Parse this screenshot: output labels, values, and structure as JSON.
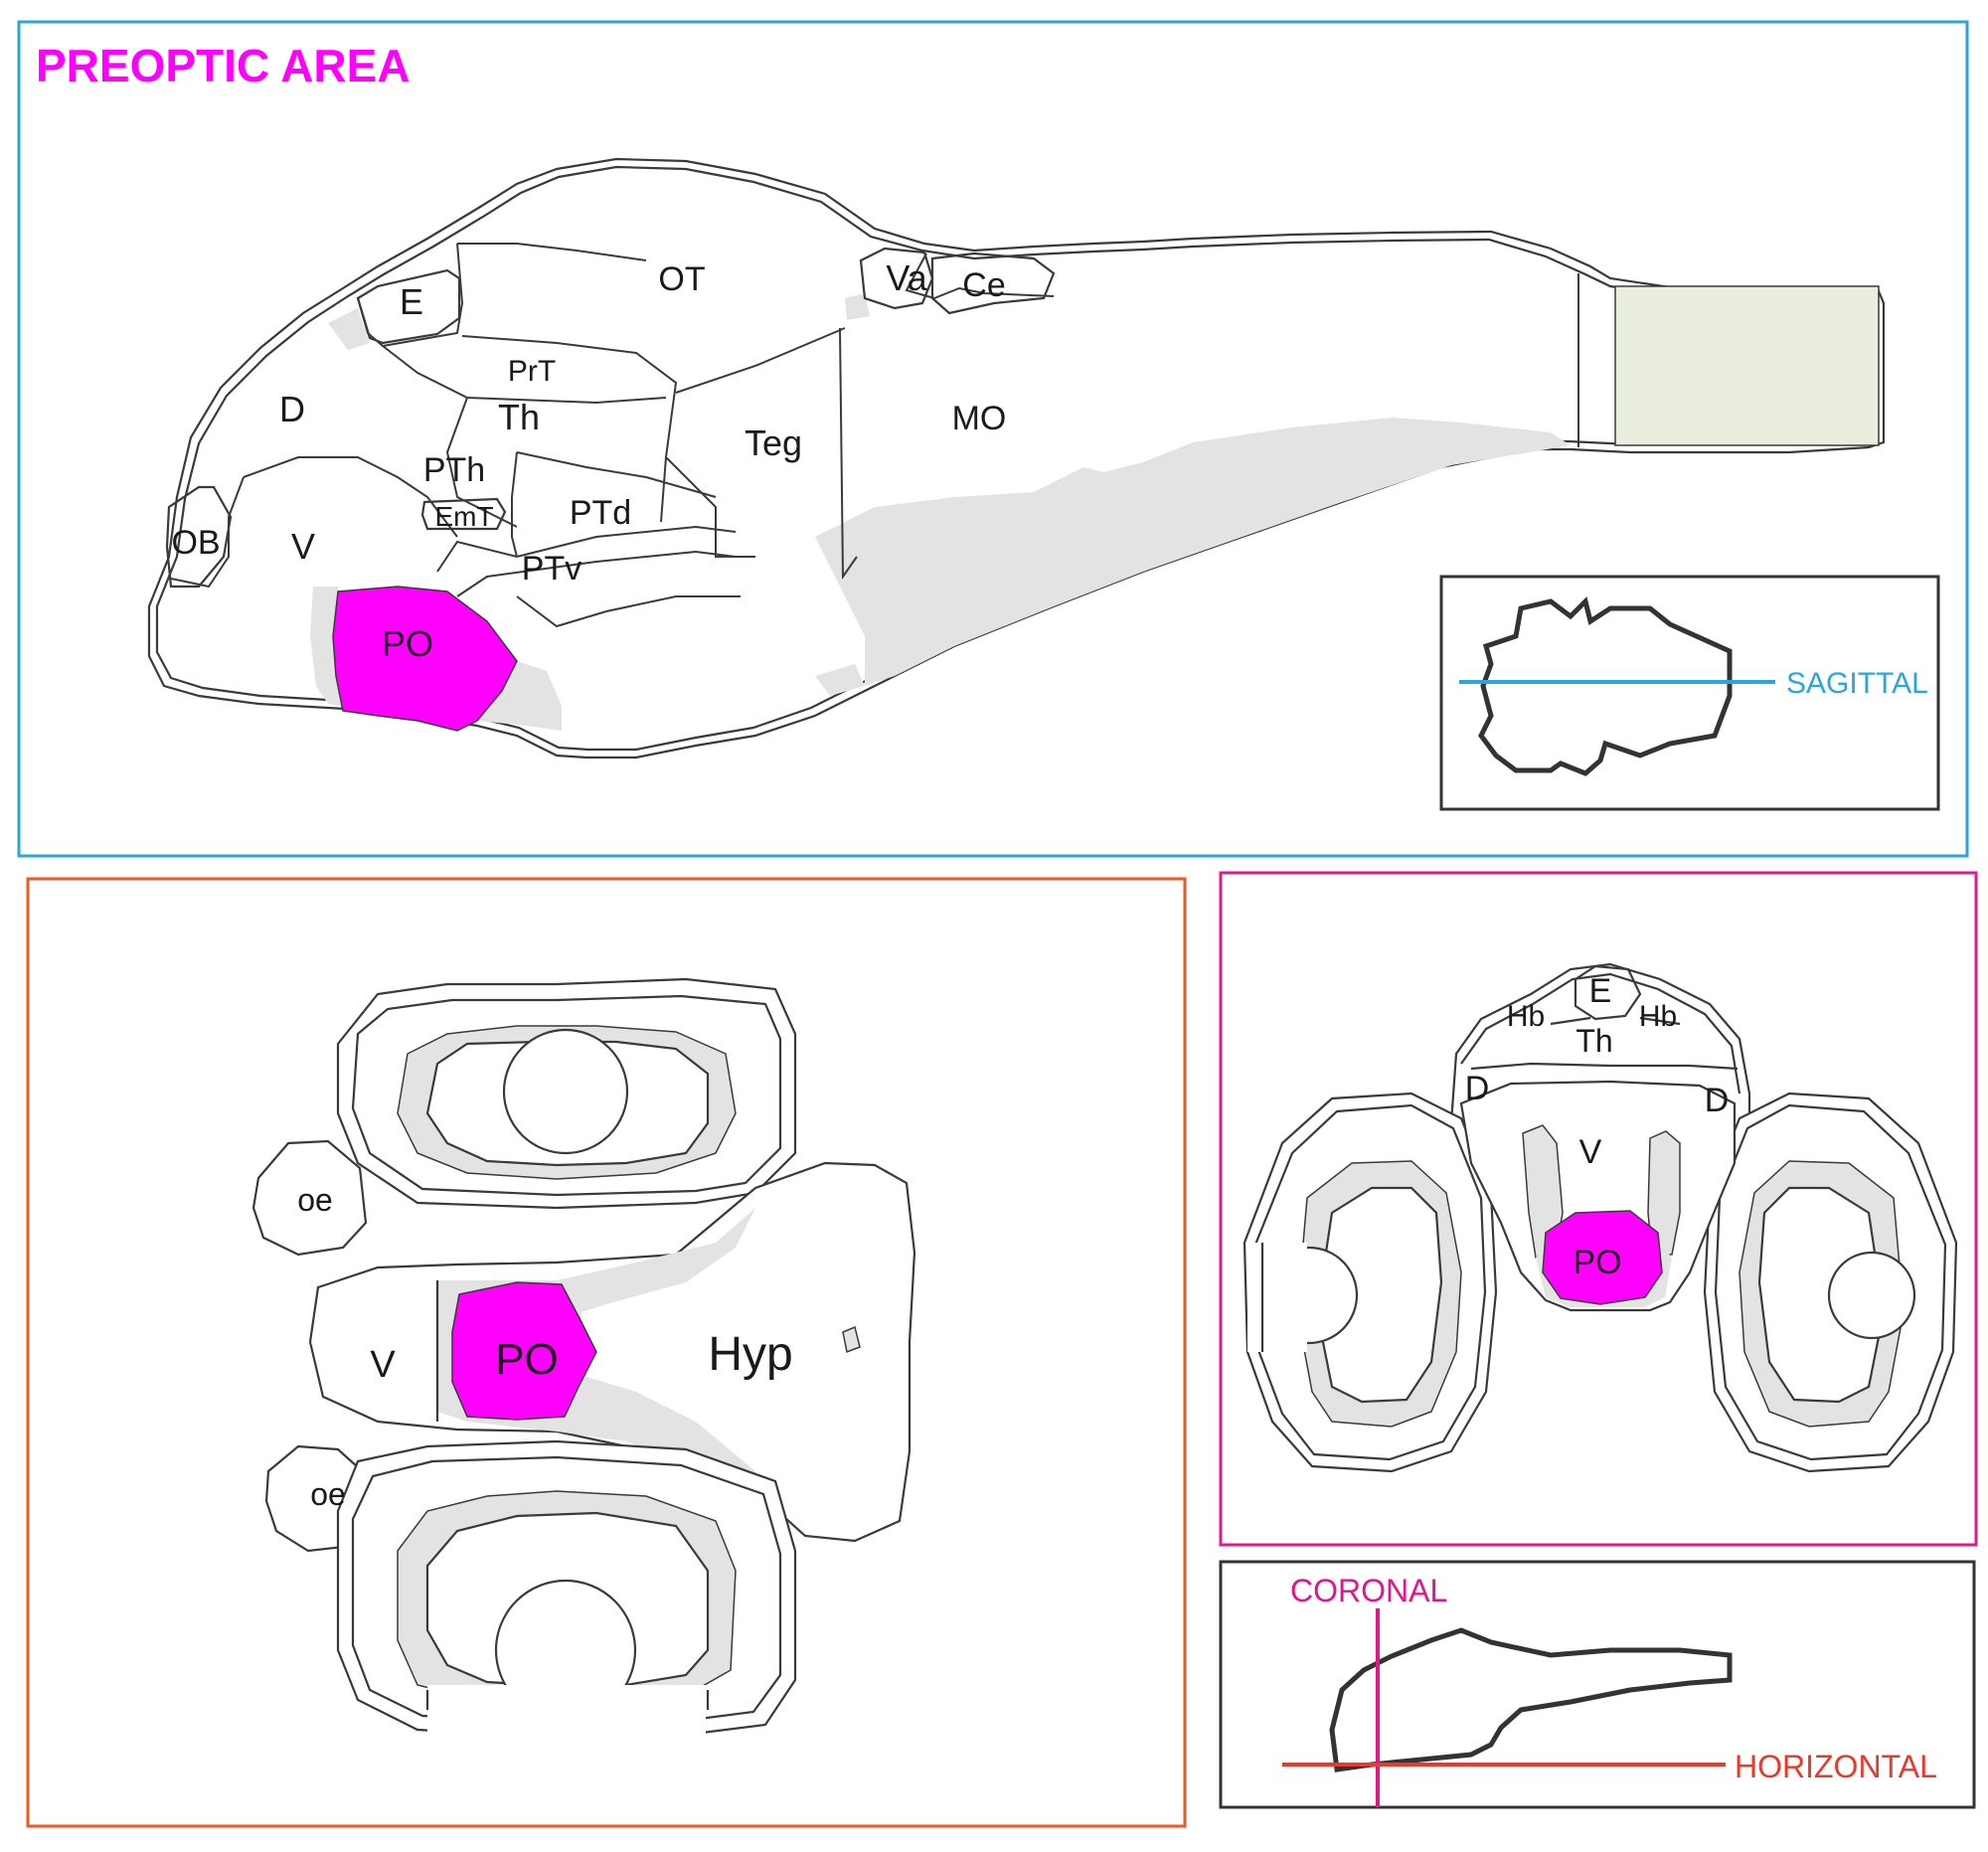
{
  "title": "PREOPTIC AREA",
  "colors": {
    "title": "#ff00ff",
    "highlight": "#ff00ff",
    "sagittal_frame": "#29a7dc",
    "horizontal_frame": "#ef5a24",
    "coronal_frame": "#dd1b8c",
    "key_frame": "#333333",
    "coronal_line": "#e0168a",
    "horizontal_line": "#e8392a",
    "sagittal_line": "#29a7dc",
    "spinal_cord": "#e9eedf",
    "ventricle_grey": "#e3e3e3"
  },
  "sagittal": {
    "regions": {
      "OT": "OT",
      "Va": "Va",
      "Ce": "Ce",
      "E": "E",
      "PrT": "PrT",
      "D": "D",
      "Th": "Th",
      "Teg": "Teg",
      "MO": "MO",
      "PTh": "PTh",
      "EmT": "EmT",
      "PTd": "PTd",
      "OB": "OB",
      "V": "V",
      "PTv": "PTv",
      "PO": "PO"
    },
    "key_label": "SAGITTAL"
  },
  "horizontal": {
    "regions": {
      "oe_top": "oe",
      "V": "V",
      "PO": "PO",
      "Hyp": "Hyp",
      "oe_bottom": "oe"
    }
  },
  "coronal": {
    "regions": {
      "E": "E",
      "Hb_left": "Hb",
      "Hb_right": "Hb",
      "Th": "Th",
      "D_left": "D",
      "D_right": "D",
      "V": "V",
      "PO": "PO"
    }
  },
  "key": {
    "coronal_label": "CORONAL",
    "horizontal_label": "HORIZONTAL"
  }
}
